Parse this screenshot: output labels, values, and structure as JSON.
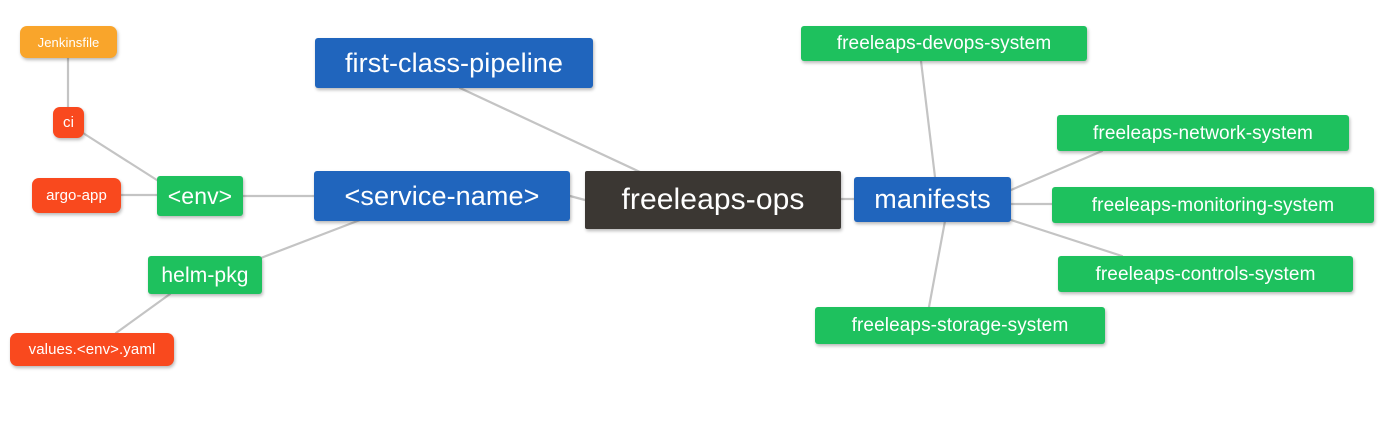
{
  "diagram": {
    "type": "mindmap",
    "title": "freeleaps-ops",
    "background": "#ffffff",
    "edge_color": "#c4c4c4",
    "colors": {
      "root": "#3b3733",
      "blue": "#2065bd",
      "green": "#1ec15e",
      "orange": "#f9a52b",
      "red": "#f9491e",
      "text": "#ffffff"
    }
  },
  "nodes": {
    "root": {
      "label": "freeleaps-ops",
      "color": "root"
    },
    "service_name": {
      "label": "<service-name>",
      "color": "blue"
    },
    "first_class_pipeline": {
      "label": "first-class-pipeline",
      "color": "blue"
    },
    "env": {
      "label": "<env>",
      "color": "green"
    },
    "ci": {
      "label": "ci",
      "color": "red"
    },
    "jenkinsfile": {
      "label": "Jenkinsfile",
      "color": "orange"
    },
    "argo_app": {
      "label": "argo-app",
      "color": "red"
    },
    "helm_pkg": {
      "label": "helm-pkg",
      "color": "green"
    },
    "values_yaml": {
      "label": "values.<env>.yaml",
      "color": "red"
    },
    "manifests": {
      "label": "manifests",
      "color": "blue"
    },
    "devops_system": {
      "label": "freeleaps-devops-system",
      "color": "green"
    },
    "network_system": {
      "label": "freeleaps-network-system",
      "color": "green"
    },
    "monitoring_system": {
      "label": "freeleaps-monitoring-system",
      "color": "green"
    },
    "controls_system": {
      "label": "freeleaps-controls-system",
      "color": "green"
    },
    "storage_system": {
      "label": "freeleaps-storage-system",
      "color": "green"
    }
  },
  "edges": [
    {
      "from": "root",
      "to": "service_name"
    },
    {
      "from": "root",
      "to": "first_class_pipeline"
    },
    {
      "from": "root",
      "to": "manifests"
    },
    {
      "from": "service_name",
      "to": "env"
    },
    {
      "from": "service_name",
      "to": "helm_pkg"
    },
    {
      "from": "env",
      "to": "ci"
    },
    {
      "from": "env",
      "to": "argo_app"
    },
    {
      "from": "ci",
      "to": "jenkinsfile"
    },
    {
      "from": "helm_pkg",
      "to": "values_yaml"
    },
    {
      "from": "manifests",
      "to": "devops_system"
    },
    {
      "from": "manifests",
      "to": "network_system"
    },
    {
      "from": "manifests",
      "to": "monitoring_system"
    },
    {
      "from": "manifests",
      "to": "controls_system"
    },
    {
      "from": "manifests",
      "to": "storage_system"
    }
  ]
}
